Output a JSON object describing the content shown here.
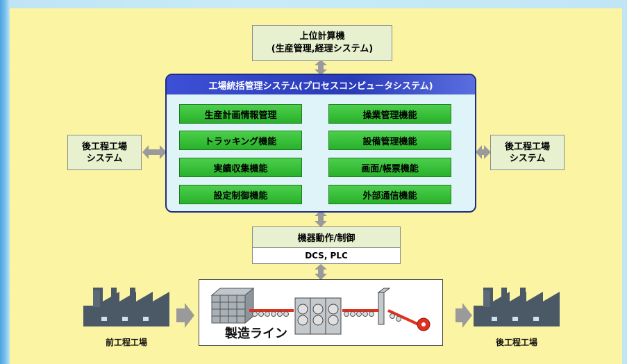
{
  "upper_system": {
    "line1": "上位計算機",
    "line2": "(生産管理,経理システム)"
  },
  "main_system": {
    "title": "工場統括管理システム(プロセスコンピュータシステム)",
    "functions_left": [
      "生産計画情報管理",
      "トラッキング機能",
      "実績収集機能",
      "設定制御機能"
    ],
    "functions_right": [
      "操業管理機能",
      "設備管理機能",
      "画面/帳票機能",
      "外部通信機能"
    ]
  },
  "side_left": {
    "line1": "後工程工場",
    "line2": "システム"
  },
  "side_right": {
    "line1": "後工程工場",
    "line2": "システム"
  },
  "device": {
    "control": "機器動作/制御",
    "dcs": "DCS, PLC"
  },
  "production_line": {
    "label": "製造ライン"
  },
  "factory_left": {
    "label": "前工程工場",
    "icon": "factory-icon"
  },
  "factory_right": {
    "label": "後工程工場",
    "icon": "factory-icon"
  },
  "colors": {
    "background": "#fbf4a2",
    "function_green": "#3cc33c",
    "title_blue": "#2a3bb8",
    "arrow_gray": "#9a9a9a"
  }
}
